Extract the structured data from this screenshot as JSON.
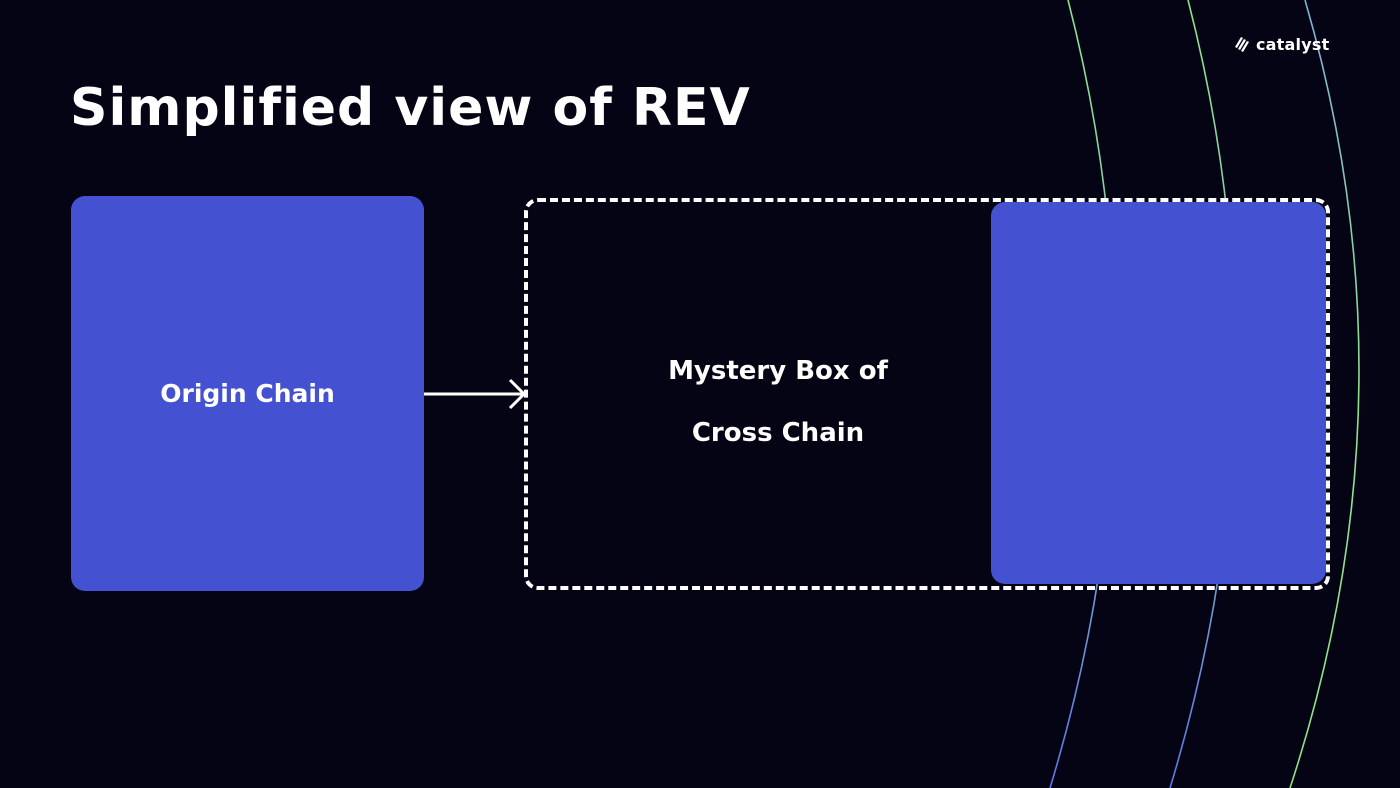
{
  "title": "Simplified view of REV",
  "logo": {
    "text": "catalyst",
    "icon": "catalyst-logo-icon"
  },
  "diagram": {
    "origin_label": "Origin Chain",
    "mystery_line1": "Mystery Box of",
    "mystery_line2": "Cross Chain",
    "destination_label": ""
  },
  "colors": {
    "background": "#050414",
    "box_fill": "#4452d2",
    "text": "#ffffff",
    "arc_green": "#8ee38a",
    "arc_blue": "#5b78e6"
  }
}
